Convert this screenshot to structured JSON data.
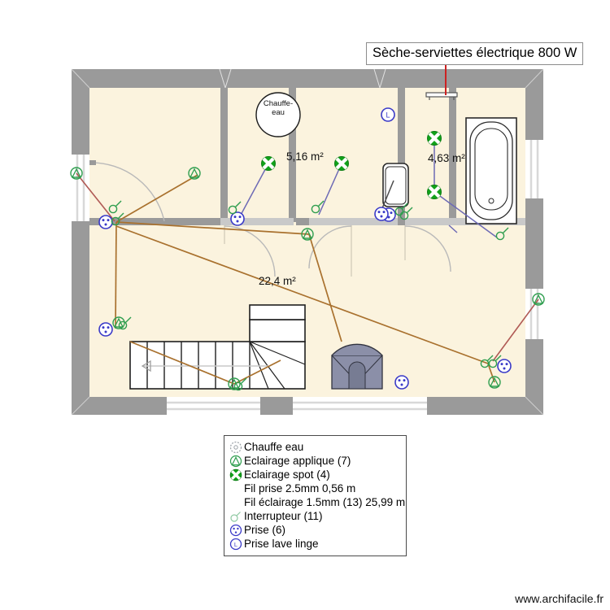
{
  "document": {
    "type": "floor-plan",
    "footer_url": "www.archifacile.fr"
  },
  "annotation": {
    "label": "Sèche-serviettes électrique 800 W",
    "leader_color": "#cc2222"
  },
  "rooms": [
    {
      "name": "room-chauffe-eau",
      "area": "5,16 m²"
    },
    {
      "name": "room-salle-de-bain",
      "area": "4,63 m²"
    },
    {
      "name": "room-sejour",
      "area": "22,4 m²"
    }
  ],
  "fixtures": {
    "water_heater_label_line1": "Chauffe-",
    "water_heater_label_line2": "eau"
  },
  "legend": {
    "items": [
      {
        "icon": "chauffe-eau-icon",
        "label": "Chauffe eau",
        "indent": false
      },
      {
        "icon": "eclairage-applique-icon",
        "label": "Eclairage applique (7)",
        "indent": false
      },
      {
        "icon": "eclairage-spot-icon",
        "label": "Eclairage spot (4)",
        "indent": false
      },
      {
        "icon": "none",
        "label": "Fil prise 2.5mm 0,56 m",
        "indent": true
      },
      {
        "icon": "none",
        "label": "Fil éclairage 1.5mm (13) 25,99 m",
        "indent": true
      },
      {
        "icon": "interrupteur-icon",
        "label": "Interrupteur (11)",
        "indent": false
      },
      {
        "icon": "prise-icon",
        "label": "Prise (6)",
        "indent": false
      },
      {
        "icon": "prise-lave-linge-icon",
        "label": "Prise lave linge",
        "indent": false
      }
    ]
  },
  "colors": {
    "wall": "#9a9a9a",
    "floor": "#fbf3de",
    "spot_light": "#11a11a",
    "outlet": "#3a3ac8",
    "switch": "#2f9e4f",
    "wire_lighting": "#6d6ab5",
    "wire_outlet": "#a9712e",
    "wire_red": "#b05a55",
    "stove": "#8b8fa8"
  }
}
